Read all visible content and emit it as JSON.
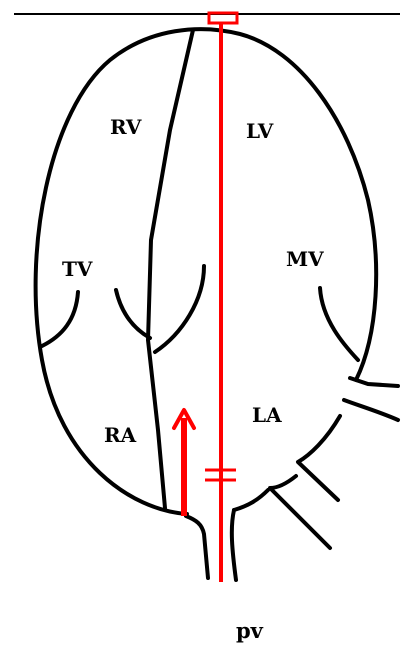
{
  "diagram": {
    "labels": {
      "rv": "RV",
      "lv": "LV",
      "tv": "TV",
      "mv": "MV",
      "ra": "RA",
      "la": "LA",
      "pv": "pv"
    },
    "colors": {
      "outline": "#000000",
      "probe": "#ff0000",
      "background": "#ffffff"
    }
  }
}
